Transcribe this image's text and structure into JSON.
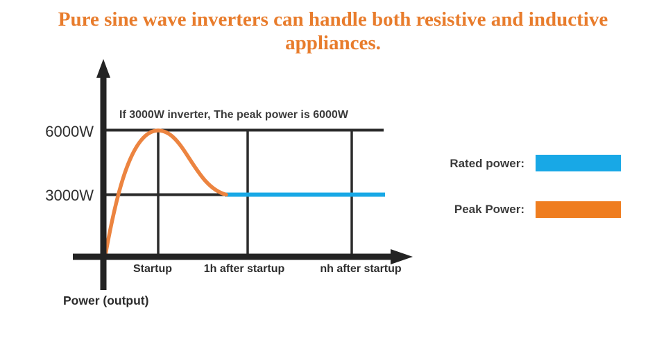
{
  "title": {
    "lines": [
      "Pure sine wave inverters can handle both resistive and inductive",
      "appliances."
    ],
    "color": "#E87C2C"
  },
  "chart": {
    "annotation": "If 3000W inverter, The peak power is 6000W",
    "y_ticks": [
      {
        "label": "6000W"
      },
      {
        "label": "3000W"
      }
    ],
    "x_ticks": [
      {
        "label": "Startup"
      },
      {
        "label": "1h after startup"
      },
      {
        "label": "nh after startup"
      }
    ],
    "axis_label": "Power (output)"
  },
  "legend": {
    "rated_label": "Rated power:",
    "rated_color": "#18A8E6",
    "peak_label": "Peak Power:",
    "peak_color": "#EF7D1F"
  },
  "colors": {
    "axis": "#232323",
    "grid": "#2b2b2b",
    "curve": "#EC8440",
    "rated_line": "#18A8E6",
    "title": "#E87C2C"
  },
  "chart_data": {
    "type": "line",
    "title": "Pure sine wave inverters can handle both resistive and inductive appliances.",
    "annotation": "If 3000W inverter, The peak power is 6000W",
    "ylabel": "Power (output)",
    "xlabel": "",
    "x_categories": [
      "Startup",
      "1h after startup",
      "nh after startup"
    ],
    "ytick_labels": [
      "6000W",
      "3000W"
    ],
    "ytick_values_w": [
      6000,
      3000
    ],
    "series": [
      {
        "name": "Peak Power",
        "color": "#EF7D1F",
        "style": "surge curve",
        "description": "Output rises from 0 W at power-on, peaks at 6000 W at Startup, then decays back to 3000 W before 1h after startup",
        "points": [
          {
            "x": "power-on",
            "power_w": 0
          },
          {
            "x": "Startup",
            "power_w": 6000
          },
          {
            "x": "1h after startup",
            "power_w": 3000
          }
        ]
      },
      {
        "name": "Rated power",
        "color": "#18A8E6",
        "style": "constant horizontal line",
        "description": "Constant rated output of 3000 W from about 1h after startup through nh after startup",
        "points": [
          {
            "x": "1h after startup",
            "power_w": 3000
          },
          {
            "x": "nh after startup",
            "power_w": 3000
          }
        ]
      }
    ],
    "gridlines": {
      "horizontal_w": [
        6000,
        3000
      ],
      "vertical_at": [
        "Startup",
        "1h after startup",
        "nh after startup"
      ]
    },
    "legend_position": "right",
    "legend_entries": [
      "Rated power:",
      "Peak Power:"
    ]
  }
}
